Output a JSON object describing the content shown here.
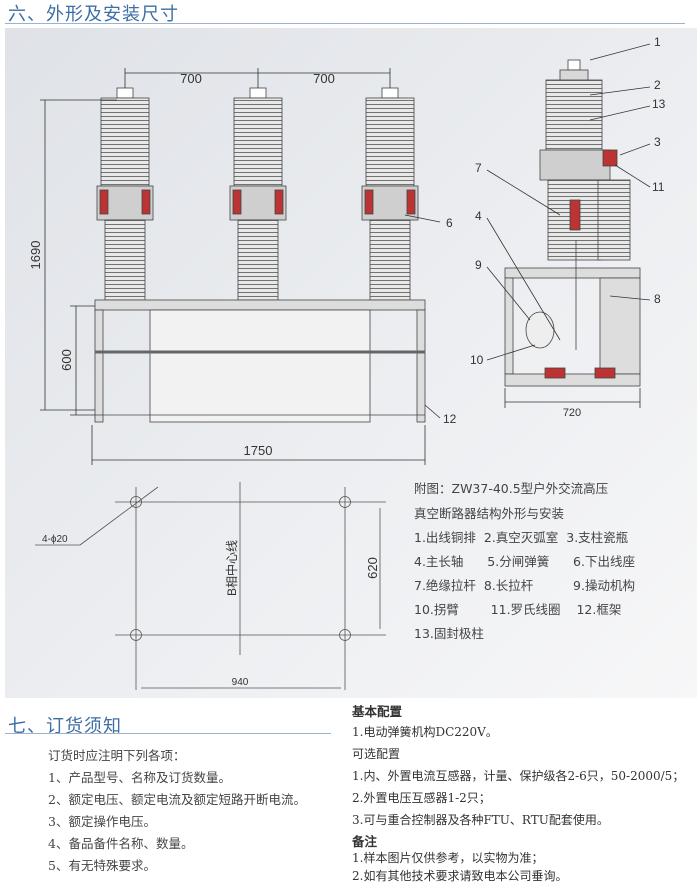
{
  "section6": {
    "title": "六、外形及安装尺寸"
  },
  "drawing": {
    "front": {
      "dim_pitch_1": "700",
      "dim_pitch_2": "700",
      "dim_height": "1690",
      "dim_frame_height": "600",
      "dim_width": "1750"
    },
    "side": {
      "dim_depth": "720"
    },
    "callouts": [
      "1",
      "2",
      "13",
      "3",
      "11",
      "7",
      "4",
      "9",
      "8",
      "10",
      "6",
      "12"
    ],
    "plan": {
      "hole_spec": "4-ϕ20",
      "center_line": "B相中心线",
      "dim_depth": "620",
      "dim_width": "940"
    }
  },
  "caption": {
    "title_line1": "附图：ZW37-40.5型户外交流高压",
    "title_line2": "真空断路器结构外形与安装",
    "legend_rows": [
      "1.出线铜排  2.真空灭弧室  3.支柱瓷瓶",
      "4.主长轴      5.分闸弹簧      6.下出线座",
      "7.绝缘拉杆  8.长拉杆          9.操动机构",
      "10.拐臂        11.罗氏线圈    12.框架",
      "13.固封极柱"
    ]
  },
  "section7": {
    "title": "七、订货须知",
    "intro": "订货时应注明下列各项：",
    "items": [
      "1、产品型号、名称及订货数量。",
      "2、额定电压、额定电流及额定短路开断电流。",
      "3、额定操作电压。",
      "4、备品备件名称、数量。",
      "5、有无特殊要求。"
    ]
  },
  "config": {
    "basic_heading": "基本配置",
    "basic_items": [
      "1.电动弹簧机构DC220V。"
    ],
    "optional_heading": "可选配置",
    "optional_items": [
      "1.内、外置电流互感器，计量、保护级各2-6只，50-2000/5；",
      "2.外置电压互感器1-2只；",
      "3.可与重合控制器及各种FTU、RTU配套使用。"
    ],
    "notes_heading": "备注",
    "notes_items": [
      "1.样本图片仅供参考，以实物为准；",
      "2.如有其他技术要求请致电本公司垂询。"
    ]
  }
}
